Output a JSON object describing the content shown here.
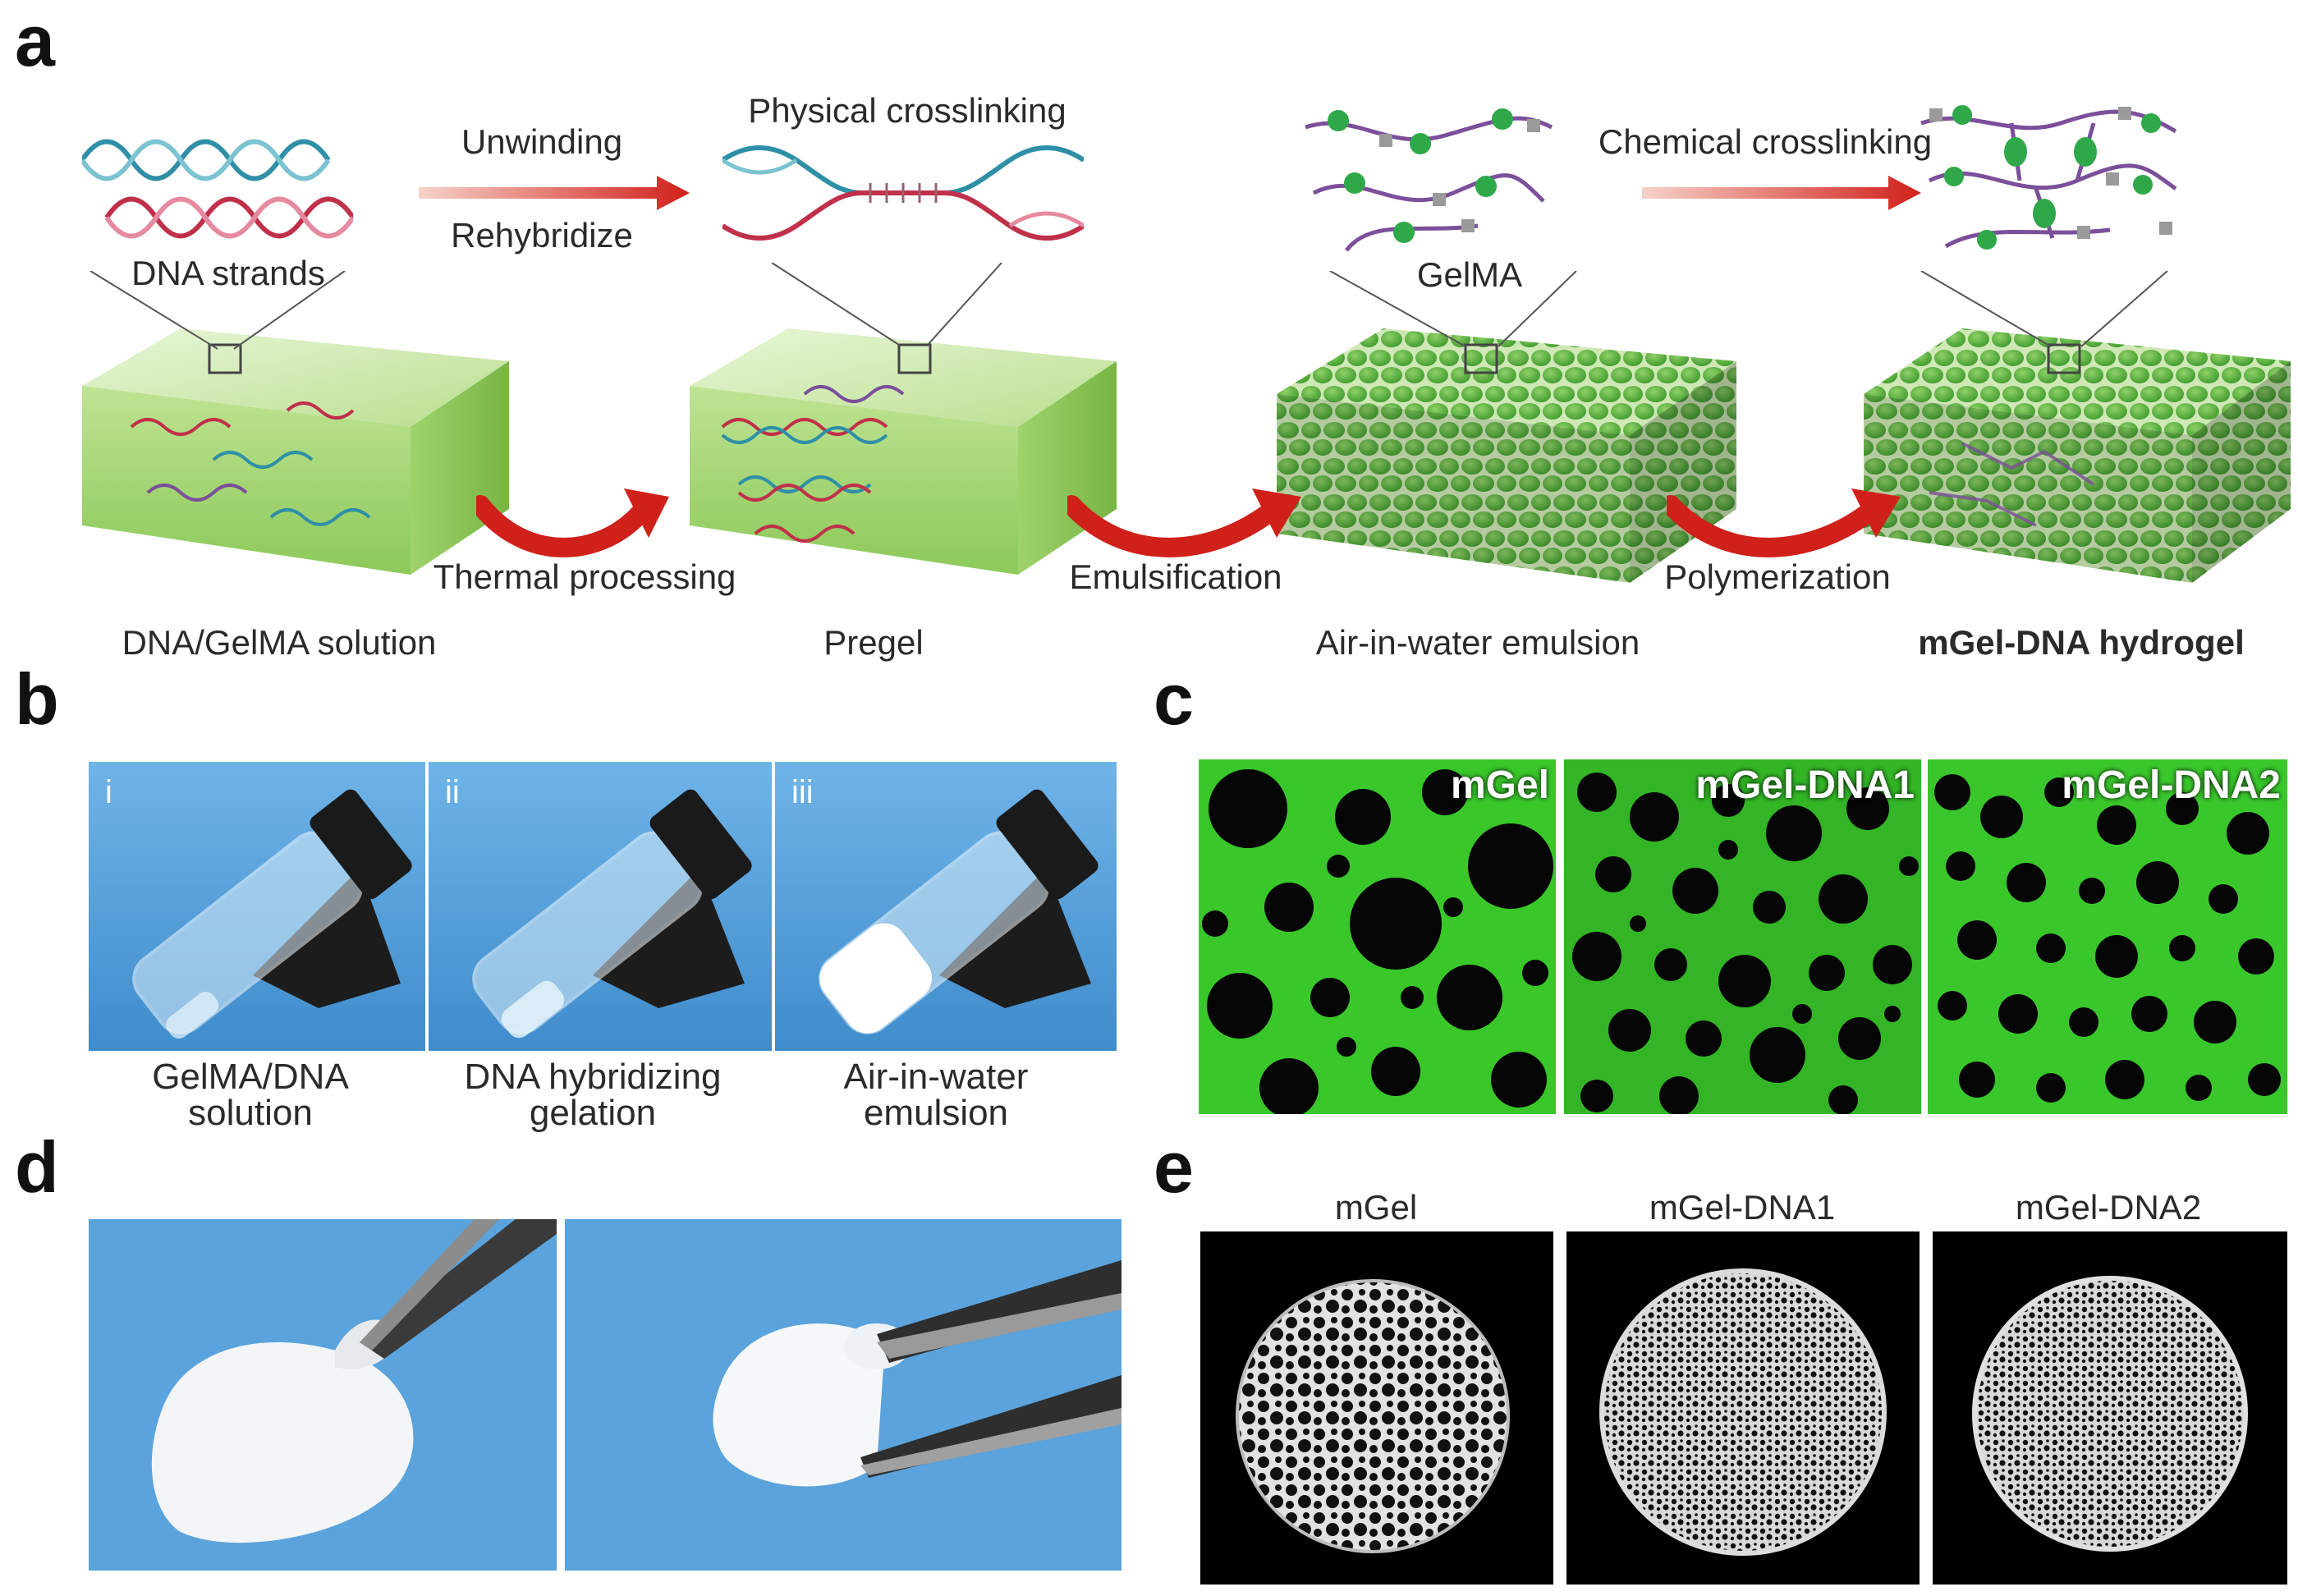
{
  "panel_a": {
    "letter": "a",
    "top_labels": {
      "unwinding": "Unwinding",
      "rehybridize": "Rehybridize",
      "physical_crosslinking": "Physical crosslinking",
      "chemical_crosslinking": "Chemical crosslinking",
      "dna_strands": "DNA strands",
      "gelma": "GelMA"
    },
    "process_labels": {
      "thermal_processing": "Thermal processing",
      "emulsification": "Emulsification",
      "polymerization": "Polymerization"
    },
    "stages": [
      {
        "label": "DNA/GelMA solution"
      },
      {
        "label": "Pregel"
      },
      {
        "label": "Air-in-water emulsion"
      },
      {
        "label": "mGel-DNA hydrogel"
      }
    ]
  },
  "panel_b": {
    "letter": "b",
    "photos": [
      {
        "roman": "i",
        "caption_lines": [
          "GelMA/DNA",
          "solution"
        ]
      },
      {
        "roman": "ii",
        "caption_lines": [
          "DNA hybridizing",
          "gelation"
        ]
      },
      {
        "roman": "iii",
        "caption_lines": [
          "Air-in-water",
          "emulsion"
        ]
      }
    ]
  },
  "panel_c": {
    "letter": "c",
    "images": [
      {
        "tag": "mGel"
      },
      {
        "tag": "mGel-DNA1"
      },
      {
        "tag": "mGel-DNA2"
      }
    ]
  },
  "panel_d": {
    "letter": "d"
  },
  "panel_e": {
    "letter": "e",
    "images": [
      {
        "title": "mGel"
      },
      {
        "title": "mGel-DNA1"
      },
      {
        "title": "mGel-DNA2"
      }
    ]
  },
  "colors": {
    "arrow_red": "#d0201a",
    "gel_green": "#7ec34a",
    "fluor_green": "#39d12a",
    "photo_blue": "#5aa3dc",
    "dna_teal": "#2f8fa6",
    "dna_red": "#c0304a",
    "gelma_purple": "#7b4f9a"
  }
}
